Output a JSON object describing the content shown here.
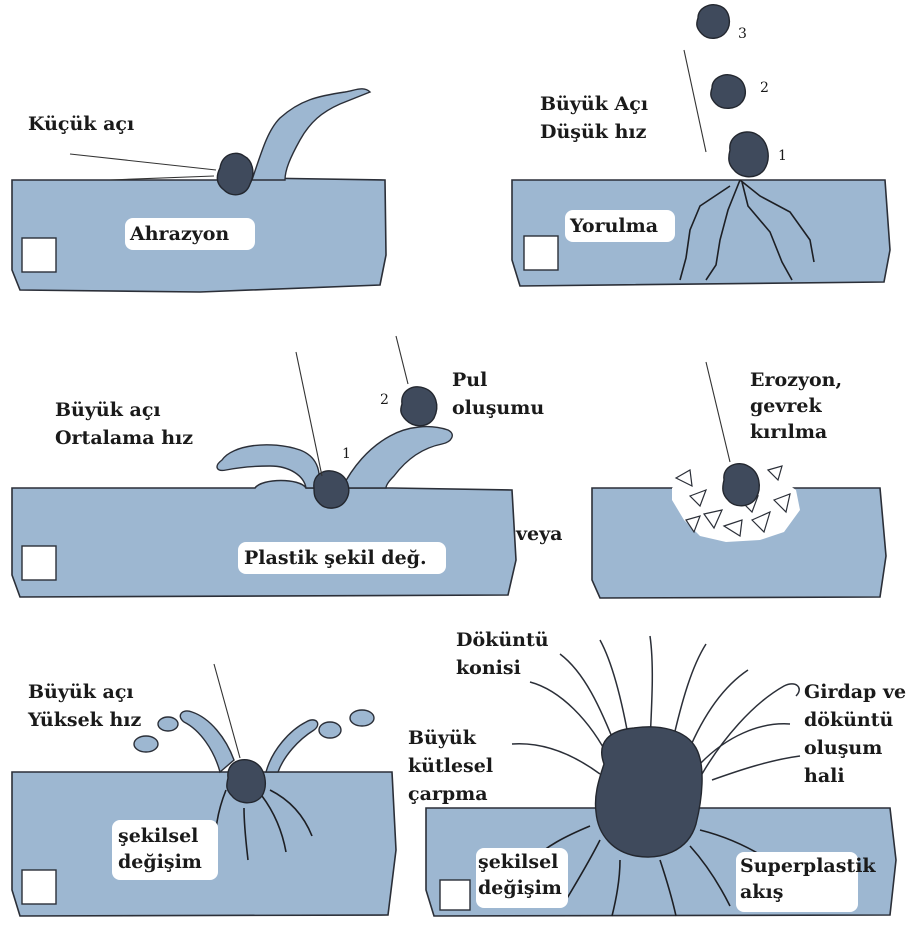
{
  "panels": {
    "abrasion": {
      "label_angle": "Küçük açı",
      "label_mode": "Ahrazyon"
    },
    "fatigue": {
      "label_angle_1": "Büyük Açı",
      "label_angle_2": "Düşük hız",
      "label_mode": "Yorulma",
      "seq": [
        "1",
        "2",
        "3"
      ]
    },
    "plastic": {
      "label_angle_1": "Büyük açı",
      "label_angle_2": "Ortalama hız",
      "label_mode": "Plastik şekil değ.",
      "flake_1": "Pul",
      "flake_2": "oluşumu",
      "seq": [
        "1",
        "2"
      ]
    },
    "brittle": {
      "label_1": "Erozyon,",
      "label_2": "gevrek",
      "label_3": "kırılma",
      "or_label": "veya"
    },
    "high_speed": {
      "label_angle_1": "Büyük açı",
      "label_angle_2": "Yüksek hız",
      "label_mode_1": "şekilsel",
      "label_mode_2": "değişim"
    },
    "mass_impact": {
      "debris_1": "Döküntü",
      "debris_2": "konisi",
      "vortex_1": "Girdap ve",
      "vortex_2": "döküntü",
      "vortex_3": "oluşum",
      "vortex_4": "hali",
      "impact_1": "Büyük",
      "impact_2": "kütlesel",
      "impact_3": "çarpma",
      "mode_1": "şekilsel",
      "mode_2": "değişim",
      "flow_1": "Superplastik",
      "flow_2": "akış"
    }
  },
  "colors": {
    "material": "#9db7d1",
    "particle": "#3f4a5c",
    "ink": "#1a1a1a"
  }
}
